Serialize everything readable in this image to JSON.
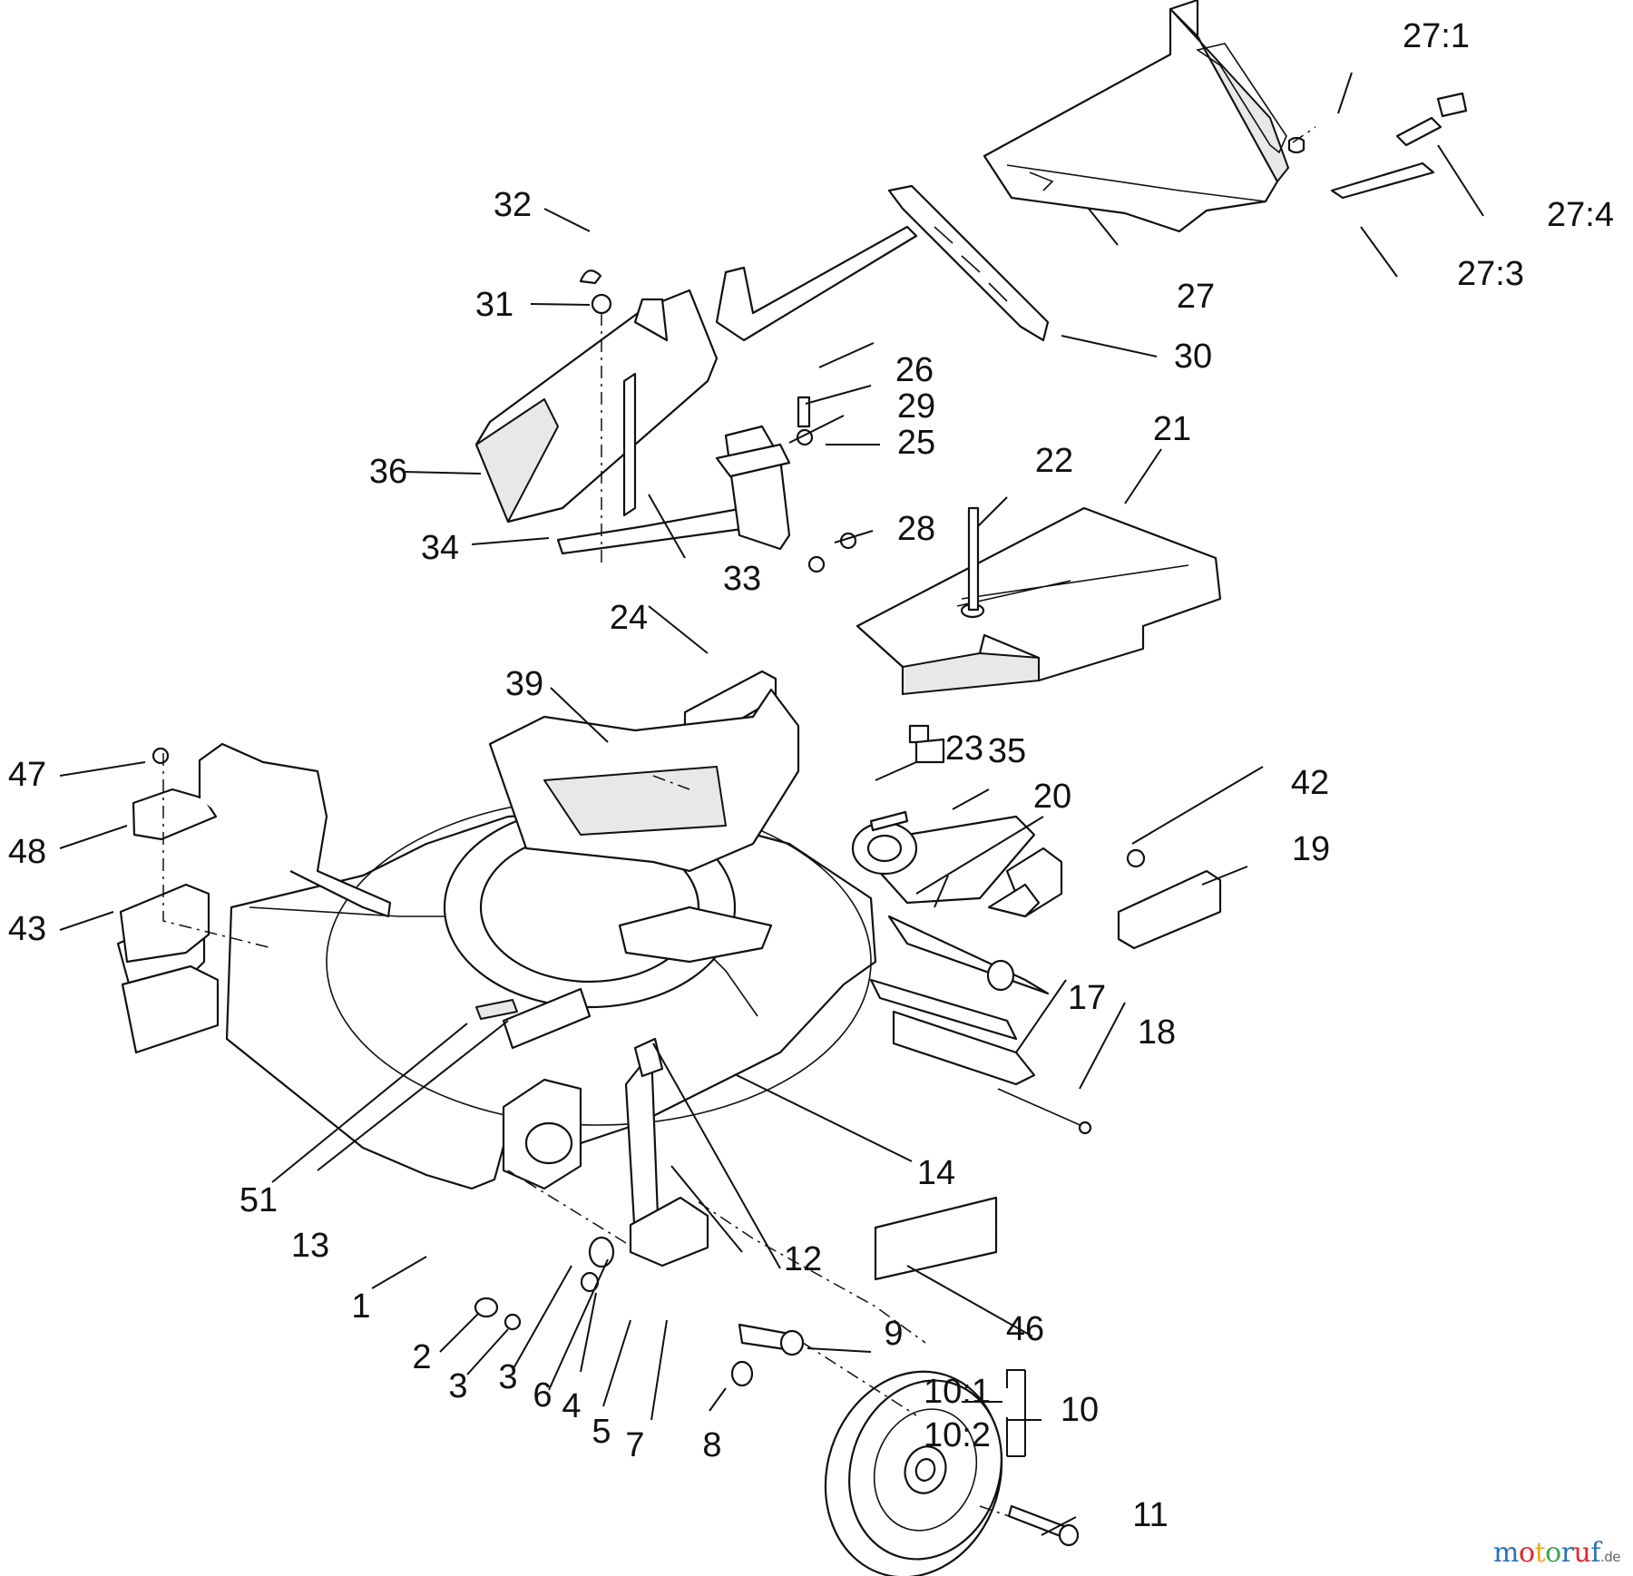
{
  "watermark": {
    "letters": [
      "m",
      "o",
      "t",
      "o",
      "r",
      "u",
      "f"
    ],
    "colors": [
      "#2d6fb7",
      "#e3262e",
      "#f4a71d",
      "#3aa655",
      "#2d6fb7",
      "#e3262e",
      "#2d6fb7"
    ],
    "suffix": ".de"
  },
  "callouts": [
    {
      "id": "c1",
      "text": "1"
    },
    {
      "id": "c2",
      "text": "2"
    },
    {
      "id": "c3a",
      "text": "3"
    },
    {
      "id": "c3b",
      "text": "3"
    },
    {
      "id": "c4",
      "text": "4"
    },
    {
      "id": "c5",
      "text": "5"
    },
    {
      "id": "c6",
      "text": "6"
    },
    {
      "id": "c7",
      "text": "7"
    },
    {
      "id": "c8",
      "text": "8"
    },
    {
      "id": "c9",
      "text": "9"
    },
    {
      "id": "c10",
      "text": "10"
    },
    {
      "id": "c10_1",
      "text": "10:1"
    },
    {
      "id": "c10_2",
      "text": "10:2"
    },
    {
      "id": "c11",
      "text": "11"
    },
    {
      "id": "c12",
      "text": "12"
    },
    {
      "id": "c13",
      "text": "13"
    },
    {
      "id": "c14",
      "text": "14"
    },
    {
      "id": "c17",
      "text": "17"
    },
    {
      "id": "c18",
      "text": "18"
    },
    {
      "id": "c19",
      "text": "19"
    },
    {
      "id": "c20",
      "text": "20"
    },
    {
      "id": "c21",
      "text": "21"
    },
    {
      "id": "c22",
      "text": "22"
    },
    {
      "id": "c23",
      "text": "23"
    },
    {
      "id": "c24",
      "text": "24"
    },
    {
      "id": "c25",
      "text": "25"
    },
    {
      "id": "c26",
      "text": "26"
    },
    {
      "id": "c27",
      "text": "27"
    },
    {
      "id": "c27_1",
      "text": "27:1"
    },
    {
      "id": "c27_3",
      "text": "27:3"
    },
    {
      "id": "c27_4",
      "text": "27:4"
    },
    {
      "id": "c28",
      "text": "28"
    },
    {
      "id": "c29",
      "text": "29"
    },
    {
      "id": "c30",
      "text": "30"
    },
    {
      "id": "c31",
      "text": "31"
    },
    {
      "id": "c32",
      "text": "32"
    },
    {
      "id": "c33",
      "text": "33"
    },
    {
      "id": "c34",
      "text": "34"
    },
    {
      "id": "c35",
      "text": "35"
    },
    {
      "id": "c36",
      "text": "36"
    },
    {
      "id": "c39",
      "text": "39"
    },
    {
      "id": "c42",
      "text": "42"
    },
    {
      "id": "c43",
      "text": "43"
    },
    {
      "id": "c46",
      "text": "46"
    },
    {
      "id": "c47",
      "text": "47"
    },
    {
      "id": "c48",
      "text": "48"
    },
    {
      "id": "c51",
      "text": "51"
    }
  ]
}
